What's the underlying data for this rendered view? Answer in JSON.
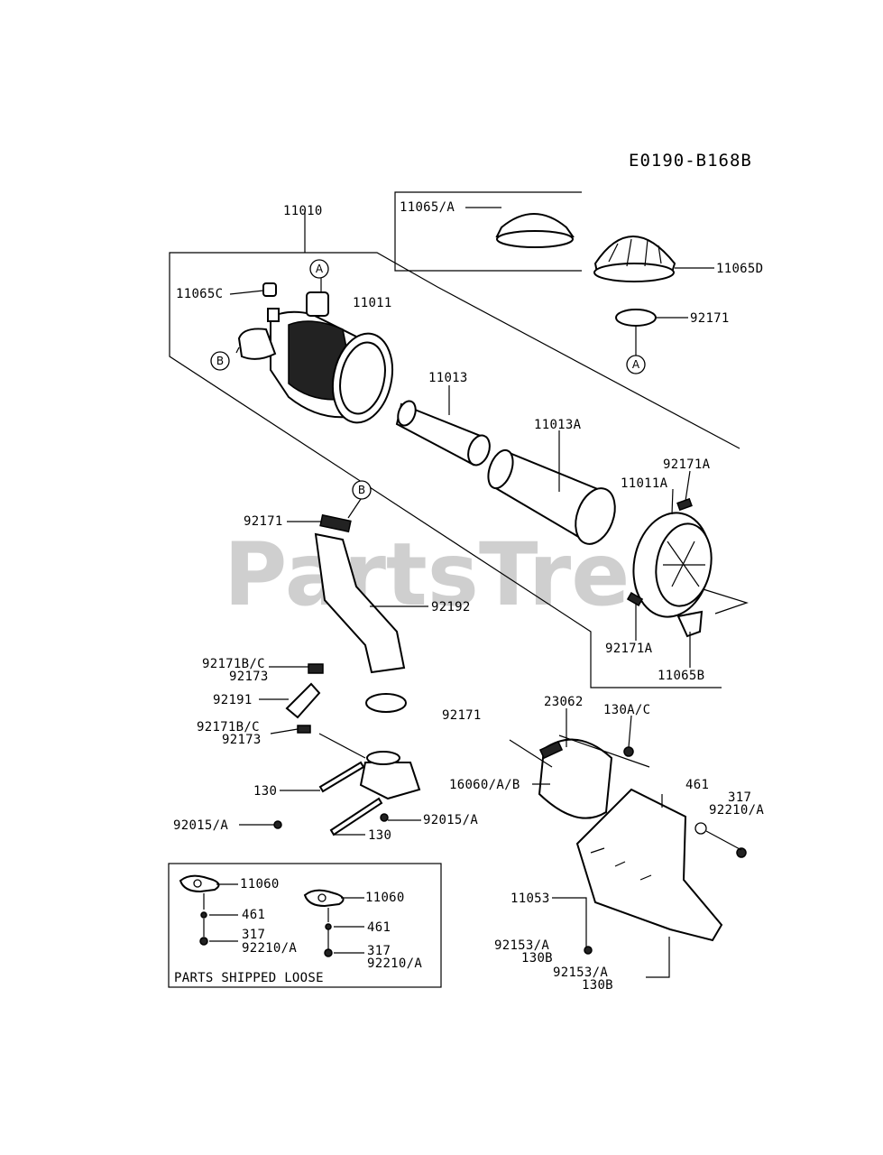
{
  "diagram_code": "E0190-B168B",
  "watermark": "PartsTree",
  "loose_box_caption": "PARTS SHIPPED LOOSE",
  "callouts": {
    "a_top": "A",
    "a_right": "A",
    "b_left": "B",
    "b_hose": "B"
  },
  "labels": {
    "p11010": "11010",
    "p11065a": "11065/A",
    "p11065d": "11065D",
    "p11065c": "11065C",
    "p11011": "11011",
    "p92171_top": "92171",
    "p11013": "11013",
    "p11013a": "11013A",
    "p92171a_top": "92171A",
    "p11011a": "11011A",
    "p92171_b": "92171",
    "p92192": "92192",
    "p92171a_bot": "92171A",
    "p11065b": "11065B",
    "p92171bc_1": "92171B/C",
    "p92173_1": "92173",
    "p92191": "92191",
    "p92171bc_2": "92171B/C",
    "p92173_2": "92173",
    "p92171_mid": "92171",
    "p130_1": "130",
    "p92015a_1": "92015/A",
    "p92015a_2": "92015/A",
    "p130_2": "130",
    "p23062": "23062",
    "p130ac": "130A/C",
    "p16060ab": "16060/A/B",
    "p461": "461",
    "p317": "317",
    "p92210a": "92210/A",
    "p11053": "11053",
    "p92153a_1": "92153/A",
    "p130b_1": "130B",
    "p92153a_2": "92153/A",
    "p130b_2": "130B",
    "l11060_1": "11060",
    "l461_1": "461",
    "l317_1": "317",
    "l92210a_1": "92210/A",
    "l11060_2": "11060",
    "l461_2": "461",
    "l317_2": "317",
    "l92210a_2": "92210/A"
  }
}
